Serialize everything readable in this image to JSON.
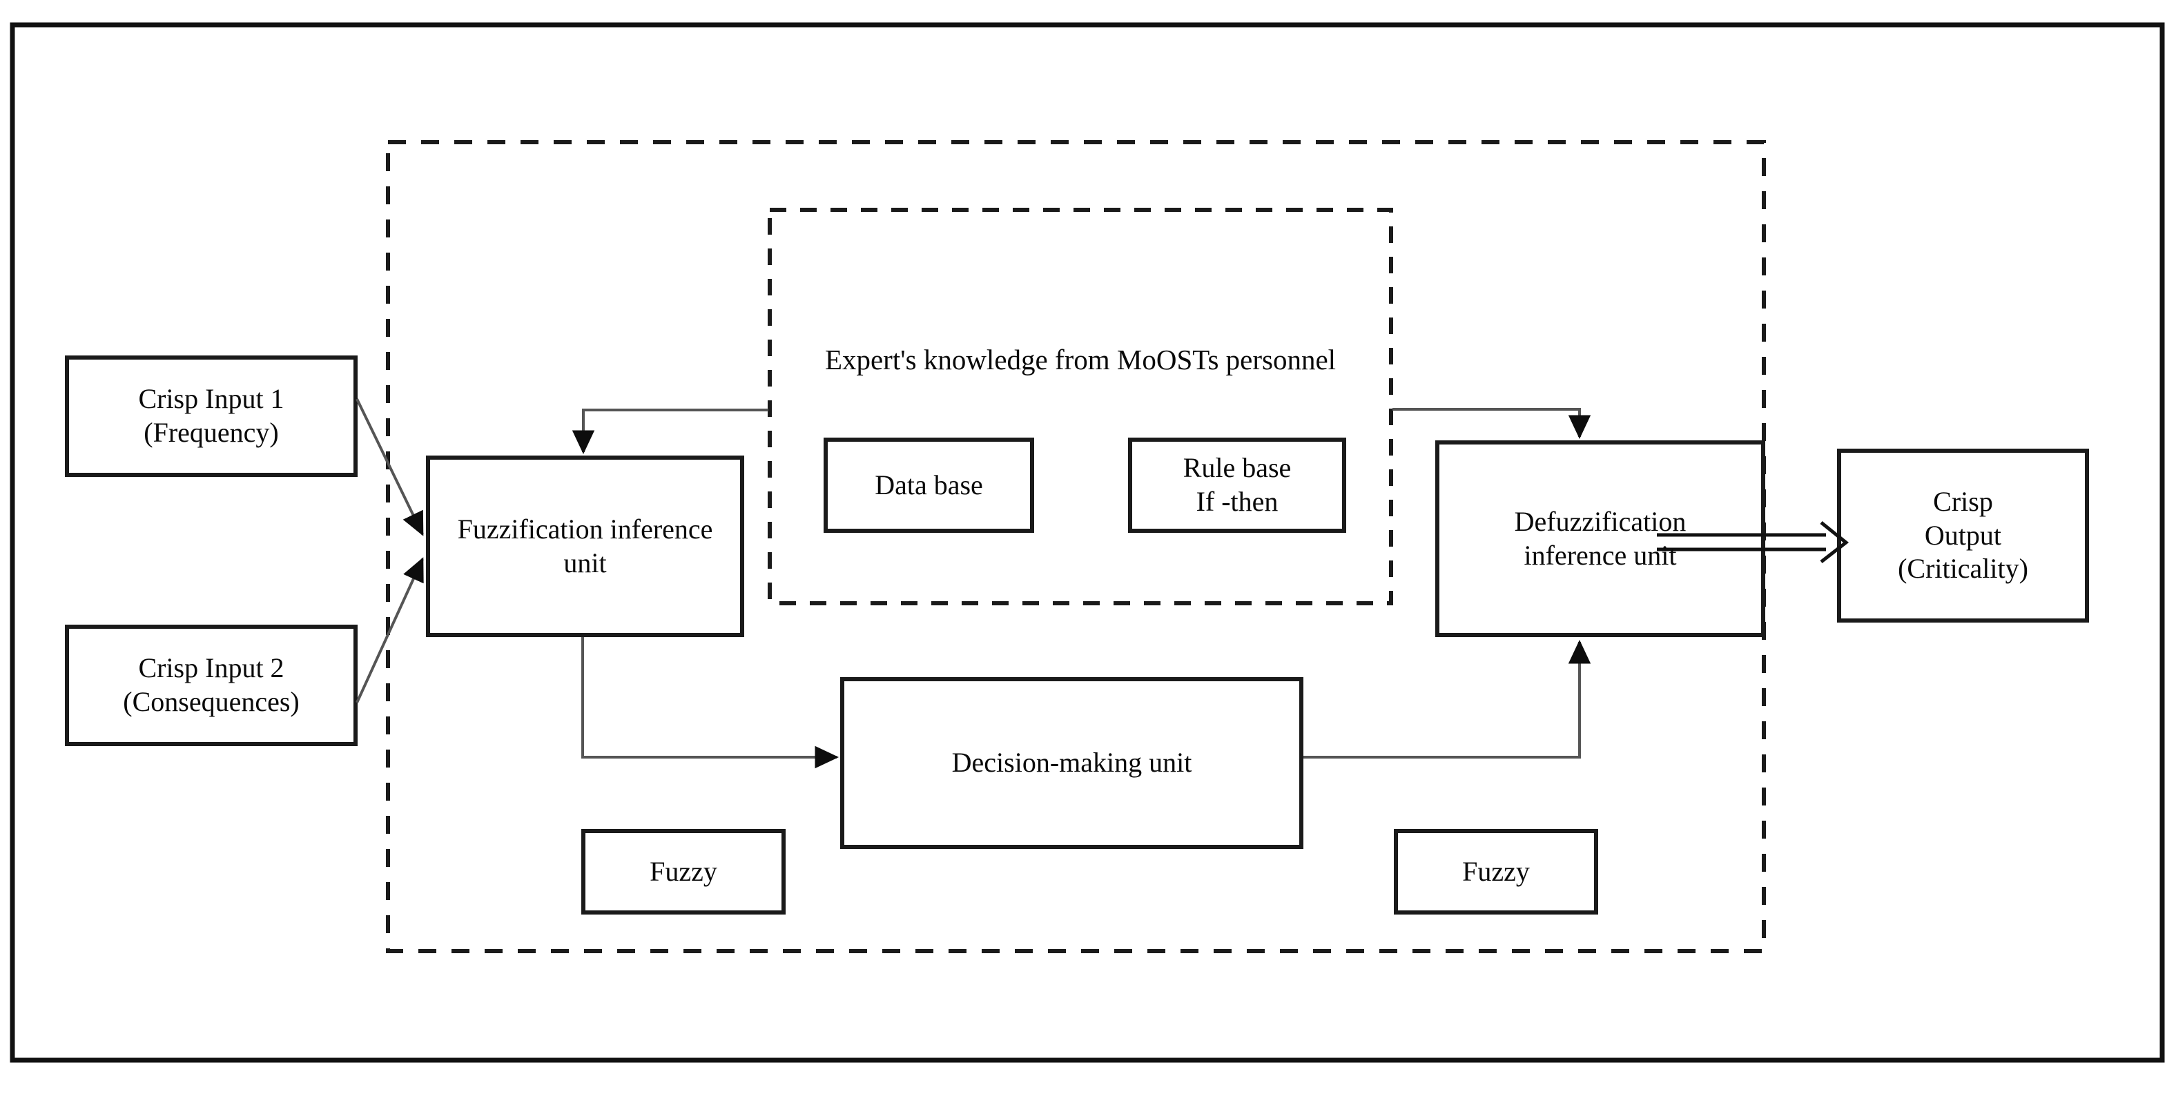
{
  "figure": {
    "type": "block-diagram",
    "title_visible": false,
    "frame": {
      "stroke": "#111111",
      "fill": "#ffffff"
    },
    "colors": {
      "line": "#555555",
      "box_border": "#1a1a1a",
      "dashed_border": "#1a1a1a",
      "text": "#0a0a0a",
      "background": "#ffffff"
    }
  },
  "groups": {
    "fuzzy_system": {
      "name": "fuzzy-inference-system-boundary",
      "style": "dashed"
    },
    "knowledge_base": {
      "name": "experts-knowledge-boundary",
      "style": "dashed",
      "caption": "Expert's knowledge from MoOSTs personnel"
    }
  },
  "nodes": [
    {
      "id": "crisp-input-1",
      "label": "Crisp Input 1\n(Frequency)"
    },
    {
      "id": "crisp-input-2",
      "label": "Crisp Input 2\n(Consequences)"
    },
    {
      "id": "fuzzification-unit",
      "label": "Fuzzification inference\nunit"
    },
    {
      "id": "data-base",
      "label": "Data base"
    },
    {
      "id": "rule-base",
      "label": "Rule base\nIf -then"
    },
    {
      "id": "defuzzification-unit",
      "label": "Defuzzification\ninference unit"
    },
    {
      "id": "crisp-output",
      "label": "Crisp\nOutput\n(Criticality)"
    },
    {
      "id": "decision-making-unit",
      "label": "Decision-making unit"
    },
    {
      "id": "fuzzy-left",
      "label": "Fuzzy"
    },
    {
      "id": "fuzzy-right",
      "label": "Fuzzy"
    }
  ],
  "edges": [
    {
      "from": "crisp-input-1",
      "to": "fuzzification-unit",
      "style": "solid-arrow"
    },
    {
      "from": "crisp-input-2",
      "to": "fuzzification-unit",
      "style": "solid-arrow"
    },
    {
      "from": "knowledge-base",
      "to": "fuzzification-unit",
      "style": "solid-arrow"
    },
    {
      "from": "knowledge-base",
      "to": "defuzzification-unit",
      "style": "solid-arrow"
    },
    {
      "from": "fuzzification-unit",
      "to": "decision-making-unit",
      "style": "solid-arrow"
    },
    {
      "from": "decision-making-unit",
      "to": "defuzzification-unit",
      "style": "solid-arrow"
    },
    {
      "from": "defuzzification-unit",
      "to": "crisp-output",
      "style": "double-line-arrow"
    }
  ]
}
